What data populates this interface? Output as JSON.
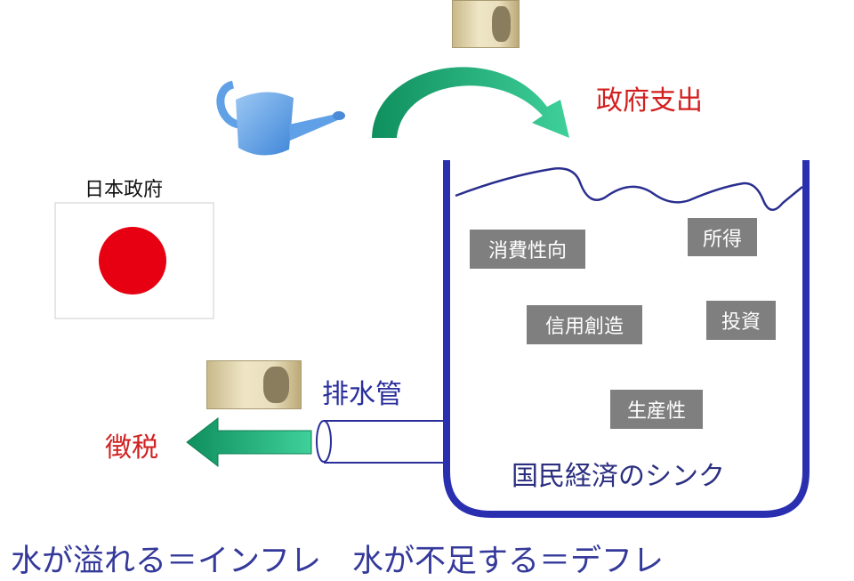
{
  "labels": {
    "government_spending": "政府支出",
    "japan_government": "日本政府",
    "drain_pipe": "排水管",
    "taxation": "徴税",
    "sink_title": "国民経済のシンク",
    "footer": "水が溢れる＝インフレ　水が不足する＝デフレ"
  },
  "factors": [
    "消費性向",
    "所得",
    "信用創造",
    "投資",
    "生産性"
  ],
  "colors": {
    "red": "#d21f1f",
    "blue": "#2a2f9c",
    "green": "#1a9e6e",
    "factor_box": "#7f7f7f"
  }
}
